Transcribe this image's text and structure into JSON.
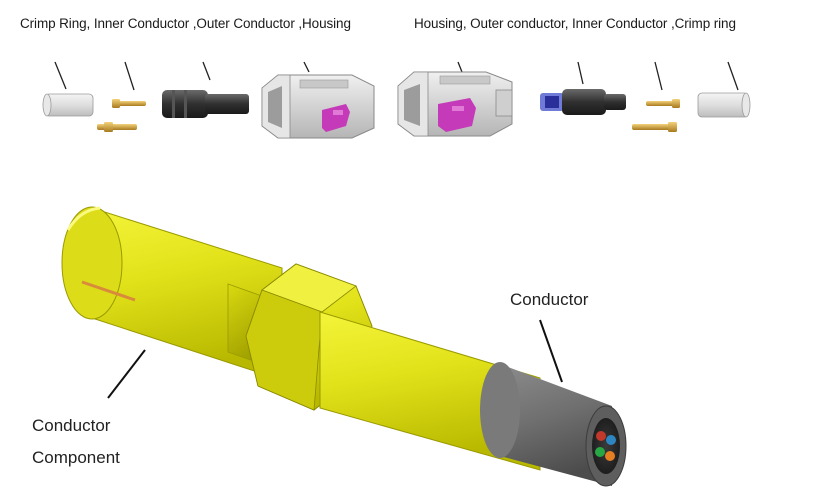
{
  "top_labels": {
    "left": "Crimp Ring,  Inner Conductor ,Outer Conductor ,Housing",
    "right": "Housing,  Outer conductor, Inner Conductor ,Crimp ring"
  },
  "callouts": {
    "conductor": "Conductor",
    "component_line1": "Conductor",
    "component_line2": "Component"
  },
  "colors": {
    "yellow": "#e6e61a",
    "yellow_dark": "#a8a800",
    "cable_gray": "#6e6e6e",
    "latch_magenta": "#c53ab8",
    "housing_gray": "#d9d9d9",
    "pin_gold": "#d2a53a"
  },
  "icons": {
    "crimp_ring": "white-cylinder-icon",
    "inner_conductor": "gold-pin-icon",
    "outer_conductor": "black-cylinder-icon",
    "housing": "gray-housing-icon",
    "latch": "magenta-latch-icon"
  }
}
